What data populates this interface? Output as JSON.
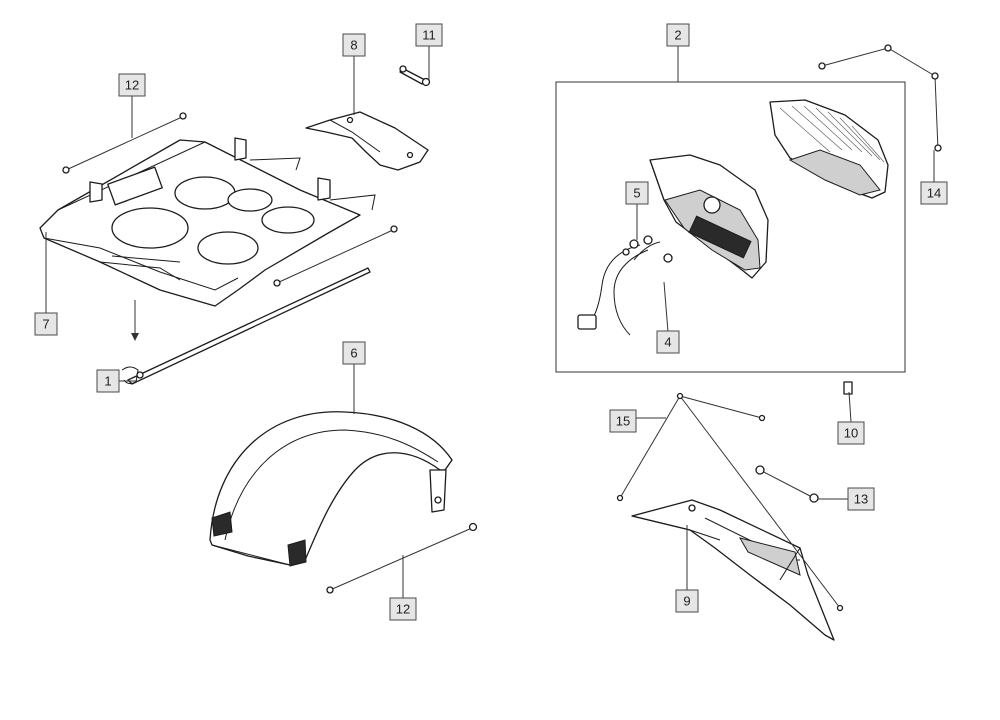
{
  "callouts": {
    "c1": "1",
    "c2": "2",
    "c4": "4",
    "c5": "5",
    "c6": "6",
    "c7": "7",
    "c8": "8",
    "c9": "9",
    "c10": "10",
    "c11": "11",
    "c12a": "12",
    "c12b": "12",
    "c13": "13",
    "c14": "14",
    "c15": "15"
  }
}
